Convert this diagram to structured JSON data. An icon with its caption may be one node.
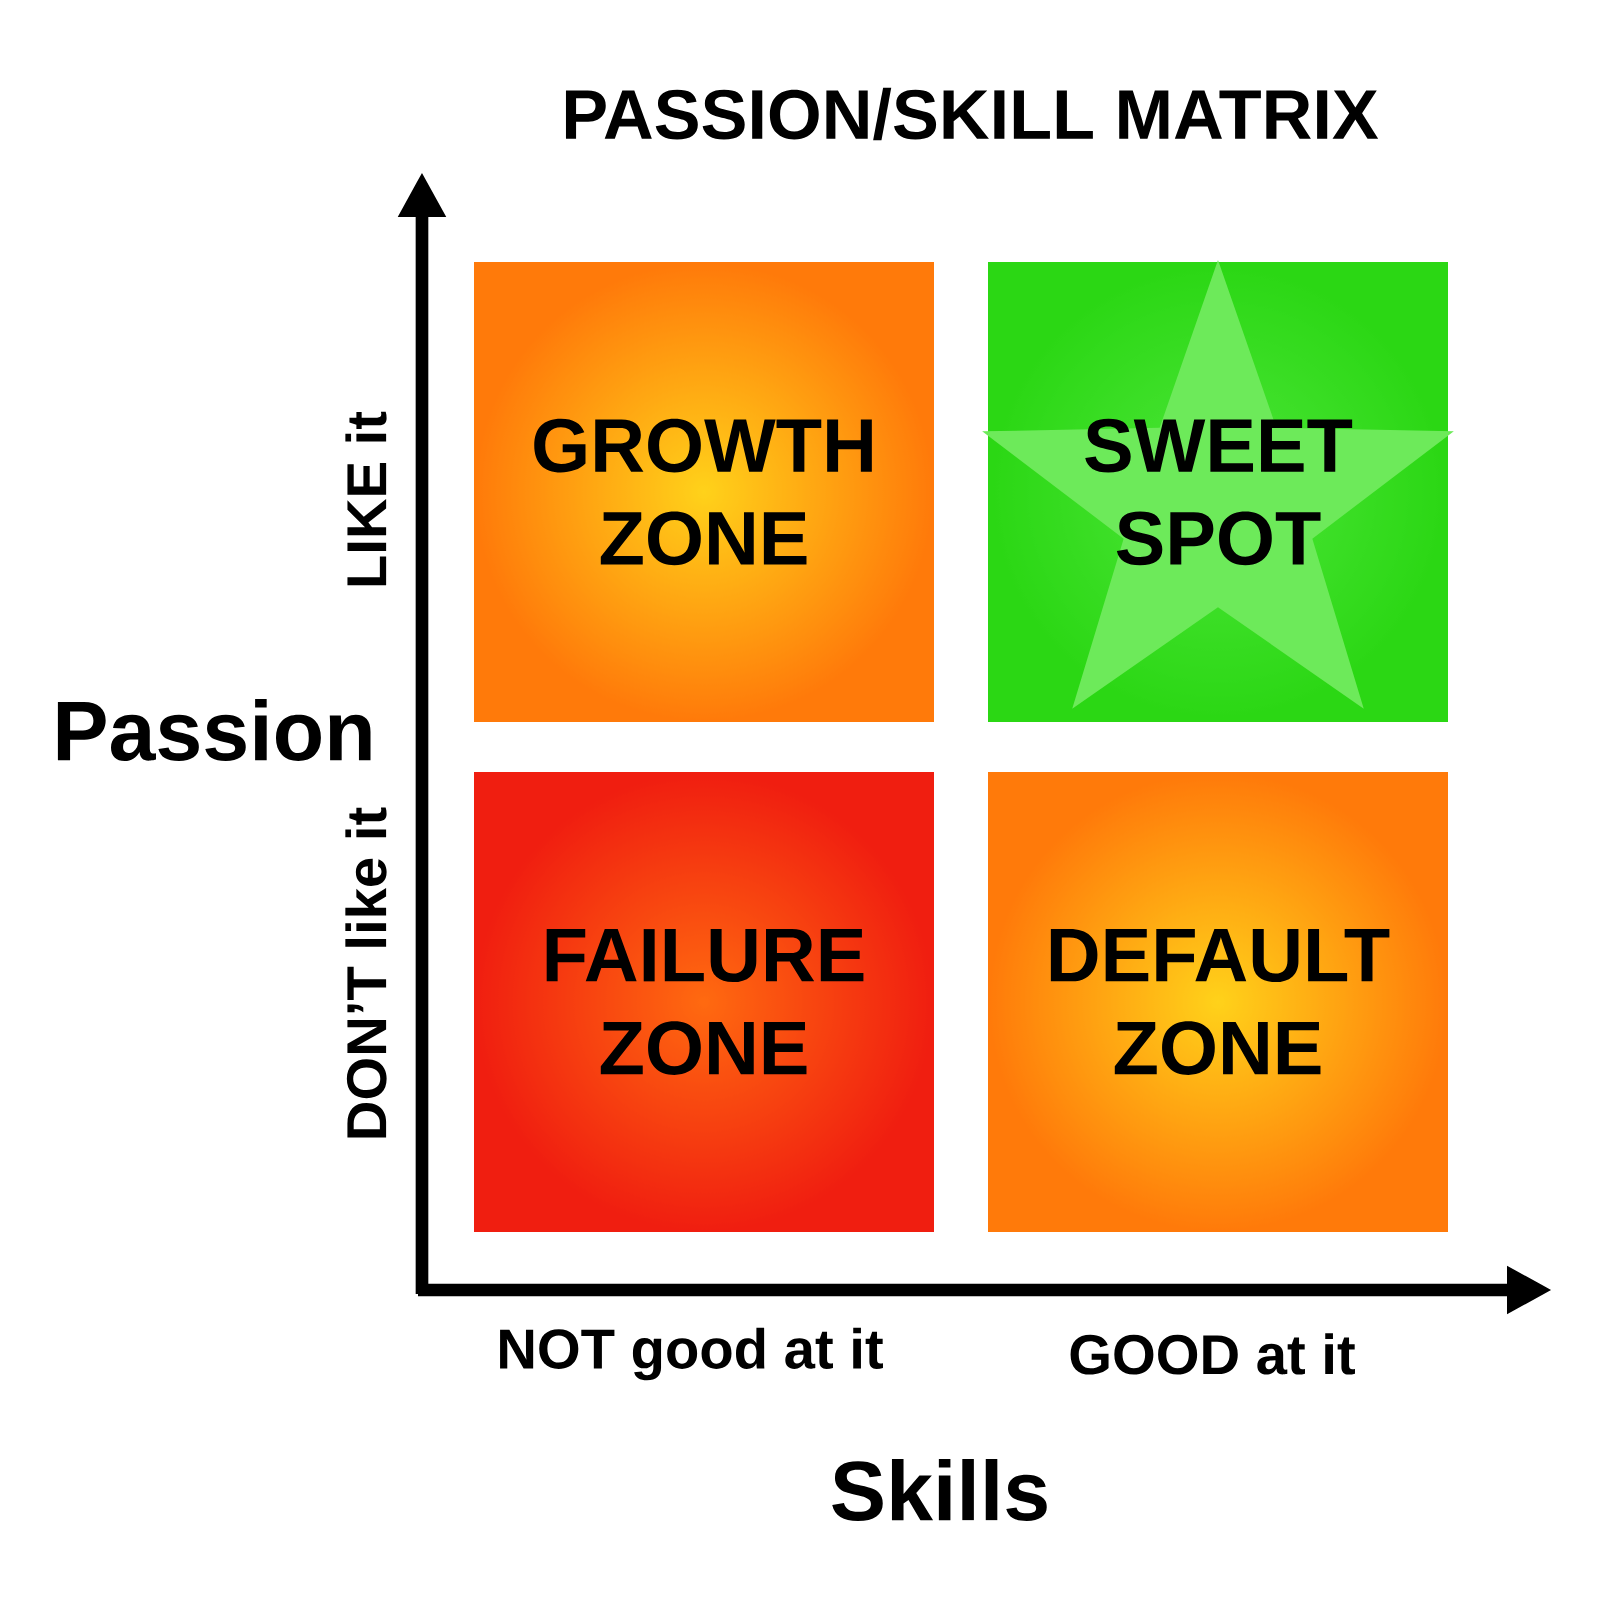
{
  "diagram": {
    "title": "PASSION/SKILL MATRIX",
    "nodes": [
      {
        "text": [
          "GROWTH ZONE"
        ]
      },
      {
        "text": [
          "SWEET SPOT"
        ]
      },
      {
        "text": [
          "FAILURE ZONE"
        ]
      },
      {
        "text": [
          "DEFAULT ZONE"
        ]
      }
    ],
    "labels": [
      "Passion",
      "LIKE it",
      "DON’T like it",
      "NOT good at it",
      "GOOD at it",
      "Skills"
    ]
  }
}
